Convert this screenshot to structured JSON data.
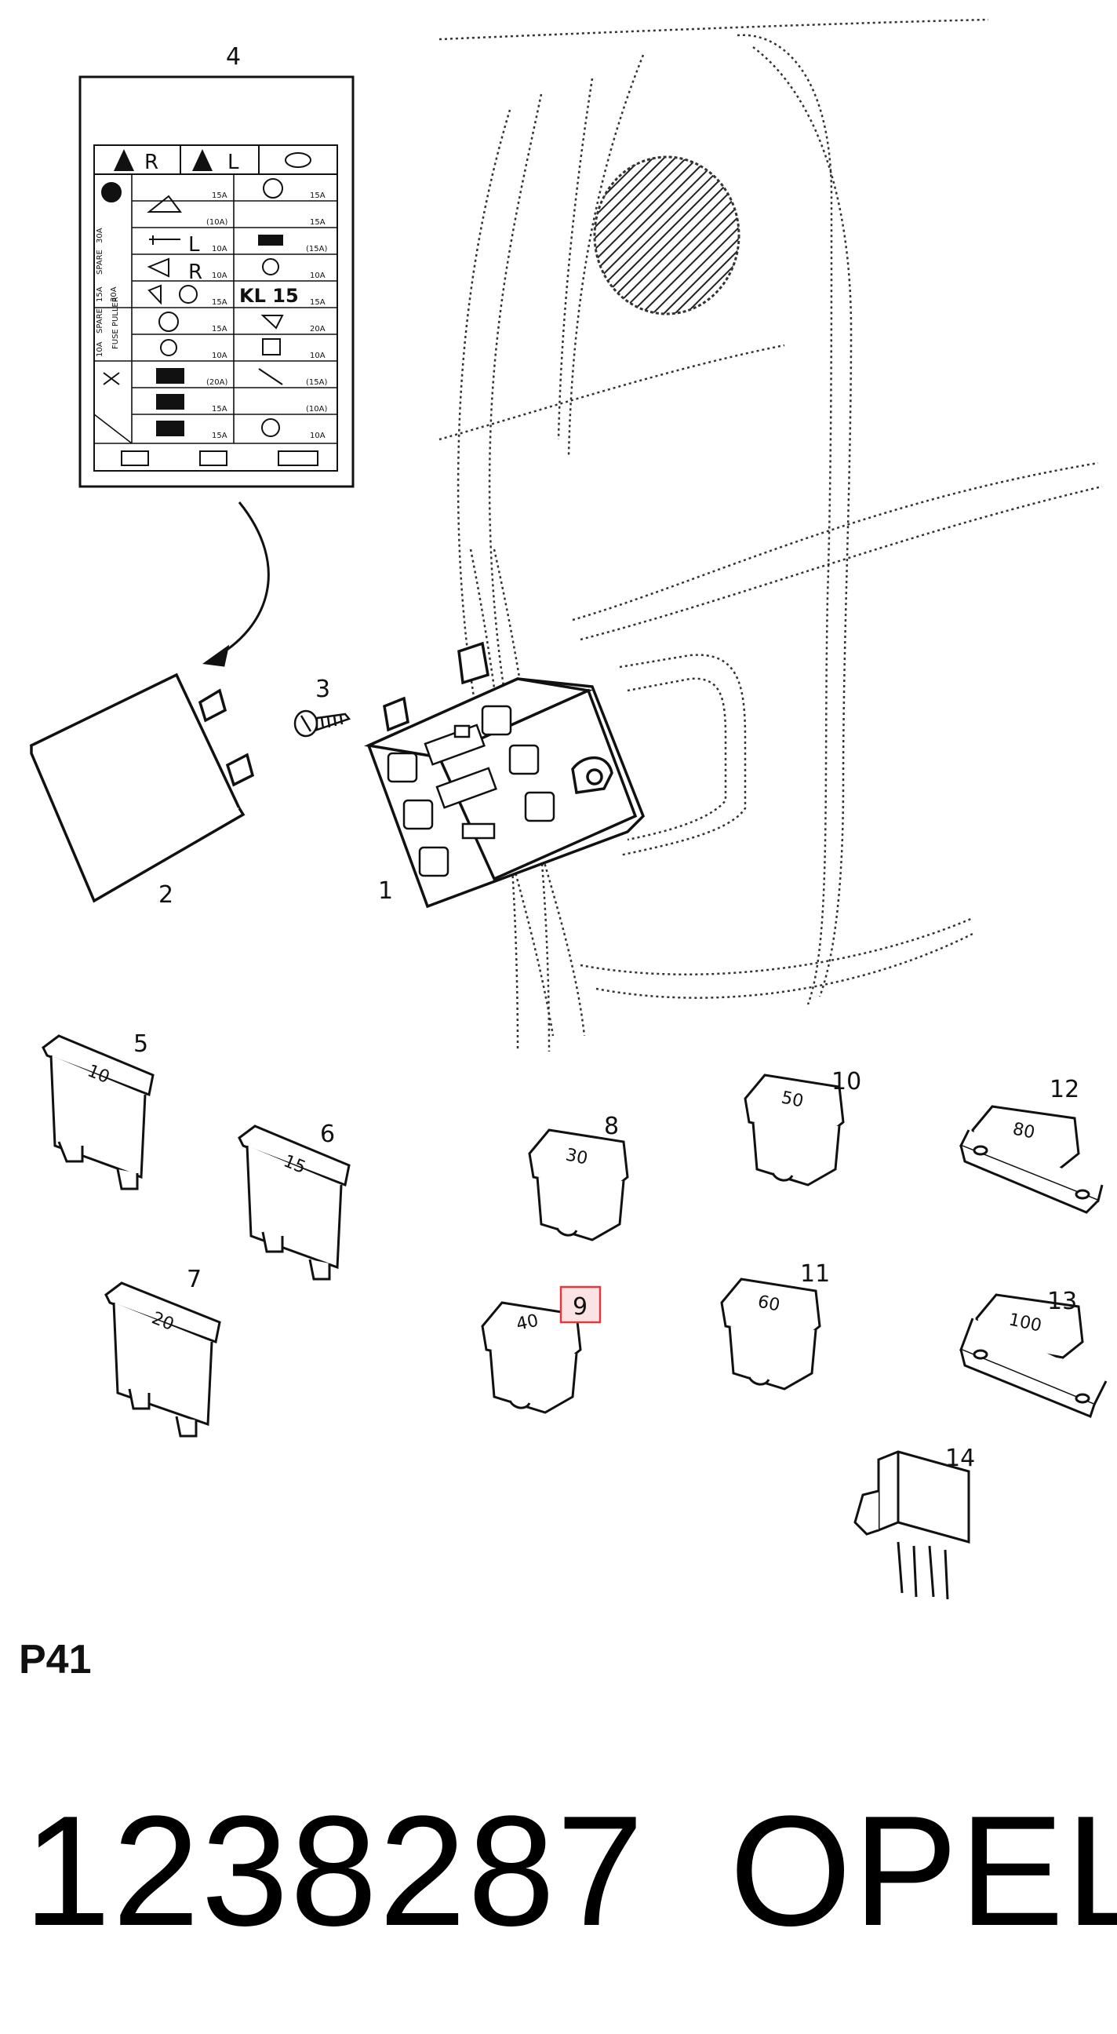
{
  "callouts": {
    "c1": "1",
    "c2": "2",
    "c3": "3",
    "c4": "4",
    "c5": "5",
    "c6": "6",
    "c7": "7",
    "c8": "8",
    "c9": "9",
    "c10": "10",
    "c11": "11",
    "c12": "12",
    "c13": "13",
    "c14": "14"
  },
  "fuse_ratings": {
    "f5": "10",
    "f6": "15",
    "f7": "20",
    "f8": "30",
    "f9": "40",
    "f10": "50",
    "f11": "60",
    "f12": "80",
    "f13": "100"
  },
  "fuse_chart": {
    "header_left": "R",
    "header_mid": "L",
    "kl15": "KL 15",
    "amps": [
      "15A",
      "15A",
      "(10A)",
      "15A",
      "10A",
      "(15A)",
      "10A",
      "10A",
      "15A",
      "15A",
      "15A",
      "20A",
      "10A",
      "10A",
      "(20A)",
      "(15A)",
      "15A",
      "(10A)",
      "15A",
      "10A"
    ],
    "side_labels": [
      "30A",
      "SPARE",
      "15A",
      "30A",
      "SPARE",
      "FUSE PULLER",
      "10A"
    ],
    "row_letters": [
      "L",
      "R"
    ]
  },
  "highlight": {
    "color": "#e0383c",
    "fill": "#fbe3e3"
  },
  "footer": {
    "page_code": "P41",
    "part_number": "1238287",
    "brand": "OPEL"
  }
}
